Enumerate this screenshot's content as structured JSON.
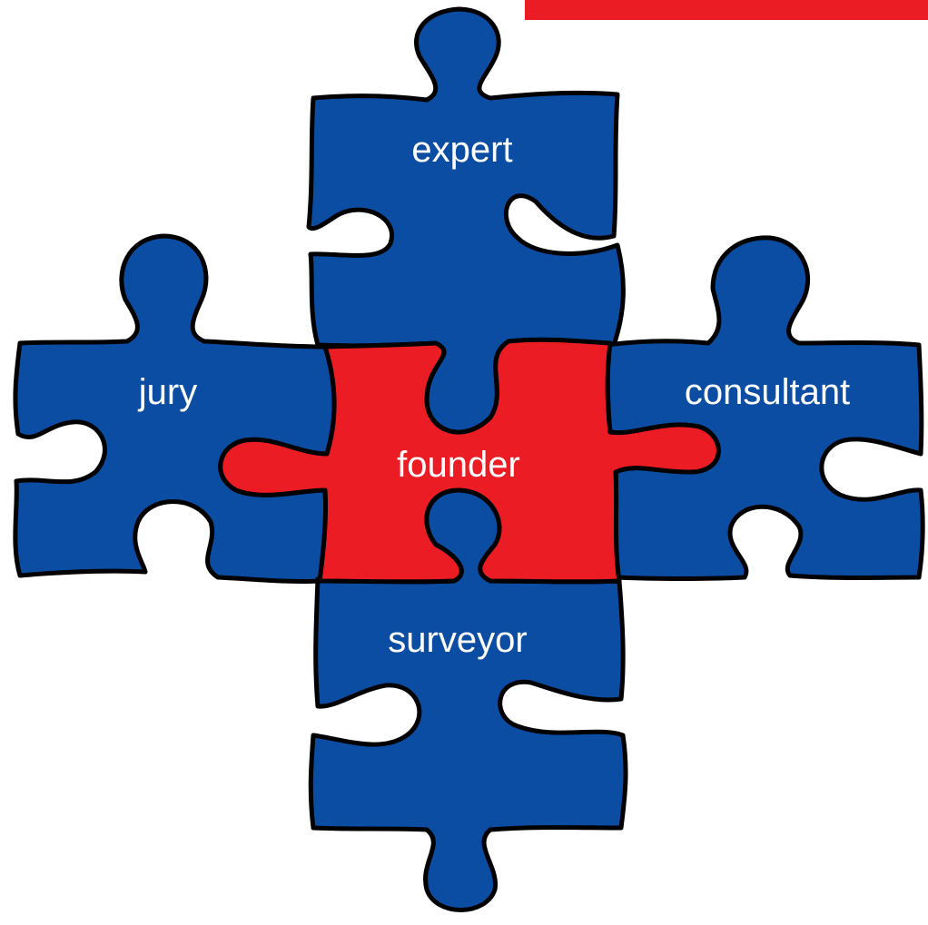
{
  "colors": {
    "piece_blue": "#0a4da2",
    "piece_red": "#ec1c24",
    "outline": "#000000",
    "label_text": "#ffffff",
    "corner_bar": "#ec1c24"
  },
  "pieces": {
    "top": {
      "label": "expert",
      "color": "blue"
    },
    "left": {
      "label": "jury",
      "color": "blue"
    },
    "right": {
      "label": "consultant",
      "color": "blue"
    },
    "bottom": {
      "label": "surveyor",
      "color": "blue"
    },
    "center": {
      "label": "founder",
      "color": "red"
    }
  }
}
